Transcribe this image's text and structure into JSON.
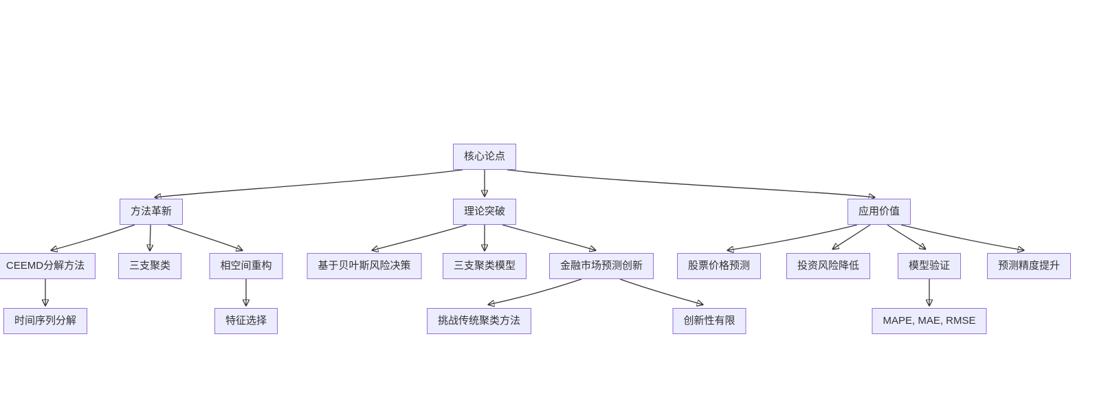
{
  "diagram": {
    "type": "flowchart-top-down",
    "colors": {
      "page_bg": "#ffffff",
      "node_fill": "#ECECFF",
      "node_border": "#9370DB",
      "node_text": "#333333",
      "edge_color": "#333333"
    },
    "nodes": {
      "core": {
        "label": "核心论点"
      },
      "method": {
        "label": "方法革新"
      },
      "theory": {
        "label": "理论突破"
      },
      "value": {
        "label": "应用价值"
      },
      "ceemd": {
        "label": "CEEMD分解方法"
      },
      "three_cluster": {
        "label": "三支聚类"
      },
      "phase": {
        "label": "相空间重构"
      },
      "bayes": {
        "label": "基于贝叶斯风险决策"
      },
      "three_model": {
        "label": "三支聚类模型"
      },
      "finance": {
        "label": "金融市场预测创新"
      },
      "stock": {
        "label": "股票价格预测"
      },
      "risk": {
        "label": "投资风险降低"
      },
      "validation": {
        "label": "模型验证"
      },
      "precision": {
        "label": "预测精度提升"
      },
      "time_series": {
        "label": "时间序列分解"
      },
      "feature": {
        "label": "特征选择"
      },
      "challenge": {
        "label": "挑战传统聚类方法"
      },
      "limited": {
        "label": "创新性有限"
      },
      "metrics": {
        "label": "MAPE, MAE, RMSE"
      }
    },
    "edges": [
      {
        "from": "core",
        "to": "method"
      },
      {
        "from": "core",
        "to": "theory"
      },
      {
        "from": "core",
        "to": "value"
      },
      {
        "from": "method",
        "to": "ceemd"
      },
      {
        "from": "method",
        "to": "three_cluster"
      },
      {
        "from": "method",
        "to": "phase"
      },
      {
        "from": "ceemd",
        "to": "time_series"
      },
      {
        "from": "phase",
        "to": "feature"
      },
      {
        "from": "theory",
        "to": "bayes"
      },
      {
        "from": "theory",
        "to": "three_model"
      },
      {
        "from": "theory",
        "to": "finance"
      },
      {
        "from": "finance",
        "to": "challenge"
      },
      {
        "from": "finance",
        "to": "limited"
      },
      {
        "from": "value",
        "to": "stock"
      },
      {
        "from": "value",
        "to": "risk"
      },
      {
        "from": "value",
        "to": "validation"
      },
      {
        "from": "value",
        "to": "precision"
      },
      {
        "from": "validation",
        "to": "metrics"
      }
    ]
  }
}
